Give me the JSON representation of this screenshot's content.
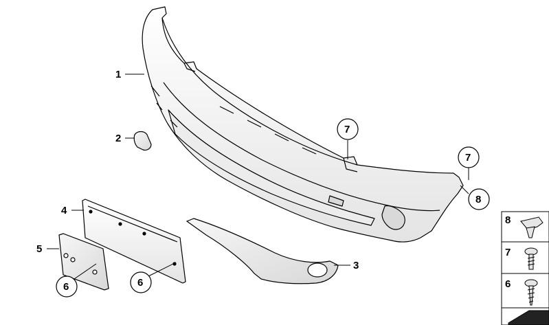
{
  "callouts": [
    {
      "id": "c1",
      "label": "1"
    },
    {
      "id": "c2",
      "label": "2"
    },
    {
      "id": "c3",
      "label": "3"
    },
    {
      "id": "c4",
      "label": "4"
    },
    {
      "id": "c5",
      "label": "5"
    },
    {
      "id": "c6a",
      "label": "6"
    },
    {
      "id": "c6b",
      "label": "6"
    },
    {
      "id": "c7a",
      "label": "7"
    },
    {
      "id": "c7b",
      "label": "7"
    },
    {
      "id": "c8",
      "label": "8"
    }
  ],
  "legend": [
    {
      "label": "8",
      "icon": "clip-icon"
    },
    {
      "label": "7",
      "icon": "screw-icon"
    },
    {
      "label": "6",
      "icon": "screw-icon"
    }
  ]
}
